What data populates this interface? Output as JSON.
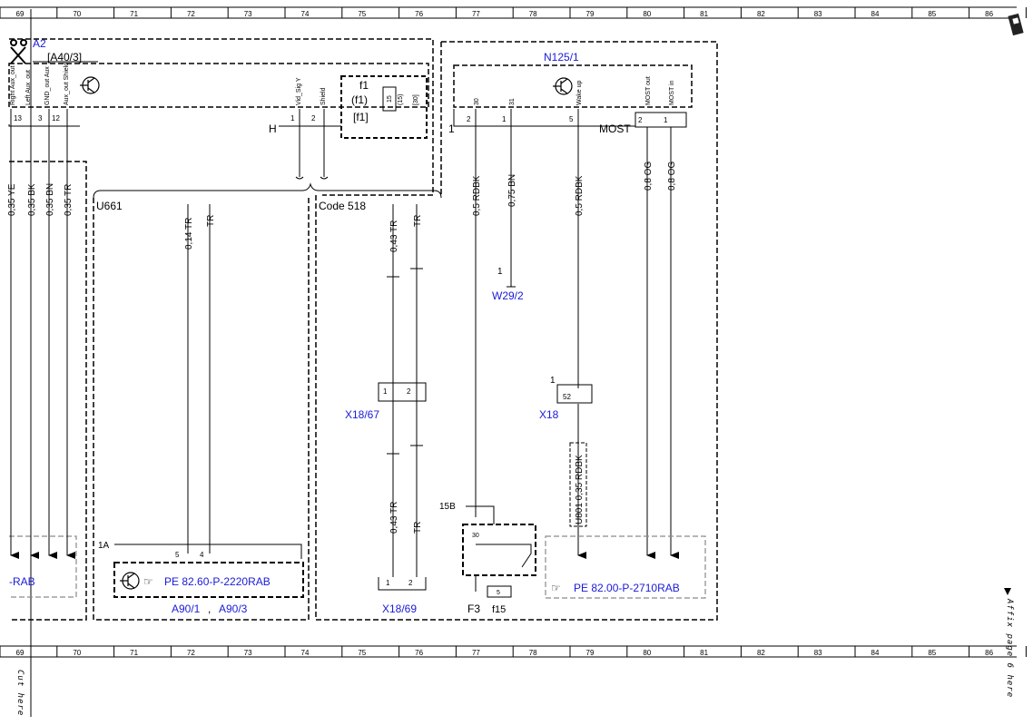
{
  "ruler": {
    "cells": [
      "69",
      "70",
      "71",
      "72",
      "73",
      "74",
      "75",
      "76",
      "77",
      "78",
      "79",
      "80",
      "81",
      "82",
      "83",
      "84",
      "85",
      "86"
    ]
  },
  "components": {
    "a2": {
      "ref": "A2",
      "alt_ref": "[A40/3]",
      "pins": {
        "p13": "13",
        "p3": "3",
        "p12": "12",
        "p1": "1",
        "p2": "2"
      },
      "signals": [
        "Right Aux_out",
        "Left Aux_out",
        "GND_out Aux",
        "Aux_out Shield",
        "Vid_Sig Y",
        "Shield"
      ],
      "fuse": {
        "f1": "f1",
        "f1_paren": "(f1)",
        "f1_bracket": "[f1]",
        "v1": "15",
        "v2": "(15)",
        "v3": "[30]"
      },
      "h_label": "H"
    },
    "n125": {
      "ref": "N125/1",
      "bus_label": "MOST",
      "pins": {
        "p2": "2",
        "p1": "1",
        "p5": "5",
        "pm2": "2",
        "pm1": "1"
      },
      "signals": [
        "30",
        "31",
        "Wake up",
        "MOST out",
        "MOST in"
      ],
      "branch_label": "1"
    },
    "u661": {
      "label": "U661"
    },
    "code518": {
      "label": "Code 518"
    },
    "w29_2": {
      "ref": "W29/2",
      "pin": "1"
    },
    "x18_67": {
      "ref": "X18/67",
      "p1": "1",
      "p2": "2"
    },
    "x18": {
      "ref": "X18",
      "pin": "52",
      "branch": "1"
    },
    "x18_69": {
      "ref": "X18/69",
      "p1": "1",
      "p2": "2"
    },
    "a90": {
      "ref1": "A90/1",
      "sep": ",",
      "ref2": "A90/3",
      "branch": "1A",
      "p5": "5",
      "p4": "4",
      "page_ref": "PE 82.60-P-2220RAB"
    },
    "f3": {
      "ref": "F3",
      "fuse": "f15",
      "fuse_val": "5",
      "terminal": "15B",
      "pin30": "30"
    },
    "right_box": {
      "page_ref": "PE 82.00-P-2710RAB"
    },
    "left_box": {
      "page_ref_tail": "-RAB"
    }
  },
  "wires": [
    {
      "id": "w1",
      "label": "0,35 YE"
    },
    {
      "id": "w2",
      "label": "0,35 BK"
    },
    {
      "id": "w3",
      "label": "0,35 BN"
    },
    {
      "id": "w4",
      "label": "0,35 TR"
    },
    {
      "id": "w5",
      "label": "0,14 TR"
    },
    {
      "id": "w6",
      "label": "TR"
    },
    {
      "id": "w7",
      "label": "0,43 TR"
    },
    {
      "id": "w8",
      "label": "TR"
    },
    {
      "id": "w9",
      "label": "0,5 RDBK"
    },
    {
      "id": "w10",
      "label": "0,75 BN"
    },
    {
      "id": "w11",
      "label": "0,5 RDBK"
    },
    {
      "id": "w12",
      "label": "0,8 OG"
    },
    {
      "id": "w13",
      "label": "0,8 OG"
    },
    {
      "id": "w14",
      "label": "0,43 TR"
    },
    {
      "id": "w15",
      "label": "TR"
    },
    {
      "id": "w16",
      "label": "U801 0,35 RDBK"
    }
  ],
  "margin": {
    "cut": "Cut here",
    "affix": "Affix page 6 here"
  },
  "colors": {
    "ink": "#000000",
    "link": "#1a1ad8",
    "grey_box": "#8a8a8a"
  }
}
